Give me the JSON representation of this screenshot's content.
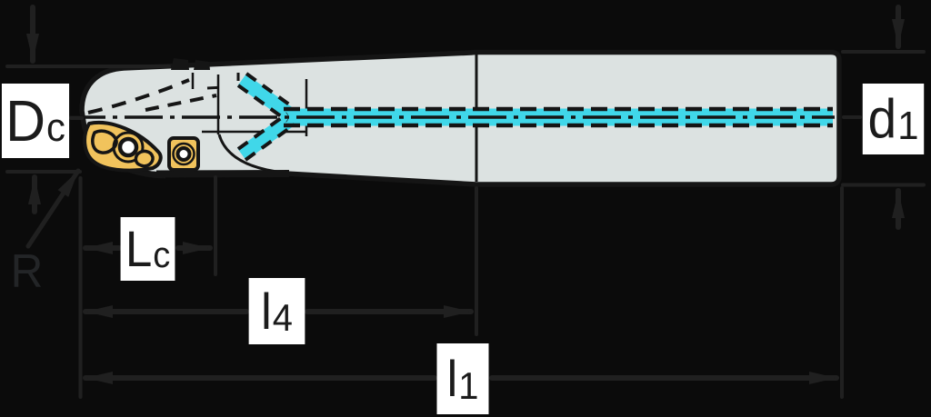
{
  "diagram": {
    "labels": {
      "dc": {
        "main": "D",
        "sub": "c"
      },
      "r": {
        "main": "R",
        "sub": ""
      },
      "lc": {
        "main": "L",
        "sub": "c"
      },
      "l4": {
        "main": "l",
        "sub": "4"
      },
      "l1": {
        "main": "l",
        "sub": "1"
      },
      "d1": {
        "main": "d",
        "sub": "1"
      }
    },
    "colors": {
      "background": "#0b0b0b",
      "body_fill": "#dce2e1",
      "outline": "#151515",
      "insert_fill": "#f1c35c",
      "screw_hole": "#ffffff",
      "coolant": "#40d7e9",
      "dimension_line": "#202020",
      "label_box_bg": "#ffffff",
      "label_text": "#1b1b1b",
      "r_label_text": "#232527"
    }
  }
}
